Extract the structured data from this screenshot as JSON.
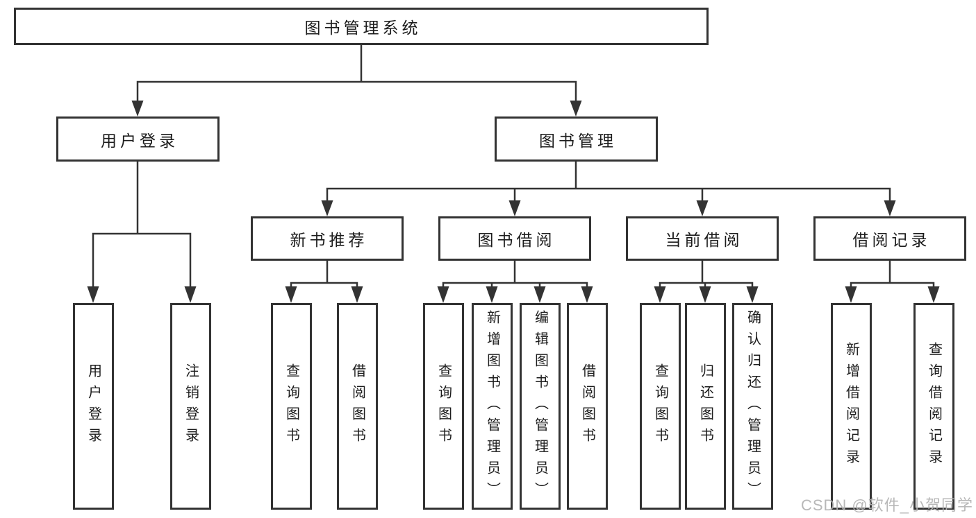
{
  "tree": {
    "root": {
      "label": "图书管理系统",
      "children": [
        {
          "label": "用户登录",
          "children": [
            {
              "label": "用户登录"
            },
            {
              "label": "注销登录"
            }
          ]
        },
        {
          "label": "图书管理",
          "children": [
            {
              "label": "新书推荐",
              "children": [
                {
                  "label": "查询图书"
                },
                {
                  "label": "借阅图书"
                }
              ]
            },
            {
              "label": "图书借阅",
              "children": [
                {
                  "label": "查询图书"
                },
                {
                  "label": "新增图书（管理员）"
                },
                {
                  "label": "编辑图书（管理员）"
                },
                {
                  "label": "借阅图书"
                }
              ]
            },
            {
              "label": "当前借阅",
              "children": [
                {
                  "label": "查询图书"
                },
                {
                  "label": "归还图书"
                },
                {
                  "label": "确认归还（管理员）"
                }
              ]
            },
            {
              "label": "借阅记录",
              "children": [
                {
                  "label": "新增借阅记录"
                },
                {
                  "label": "查询借阅记录"
                }
              ]
            }
          ]
        }
      ]
    }
  },
  "watermark": {
    "text": "CSDN @软件_小贺同学"
  },
  "colors": {
    "line": "#333333",
    "box_border": "#333333",
    "box_background": "#ffffff",
    "text": "#1c1c1c",
    "watermark": "#b2b2b2",
    "background": "#ffffff"
  }
}
